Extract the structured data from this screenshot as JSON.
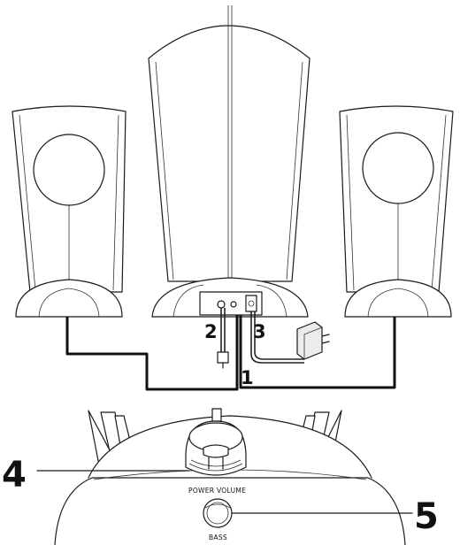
{
  "callouts": {
    "c1": "1",
    "c2": "2",
    "c3": "3",
    "c4": "4",
    "c5": "5"
  },
  "knob_labels": {
    "power_volume": "POWER VOLUME",
    "bass": "BASS"
  }
}
